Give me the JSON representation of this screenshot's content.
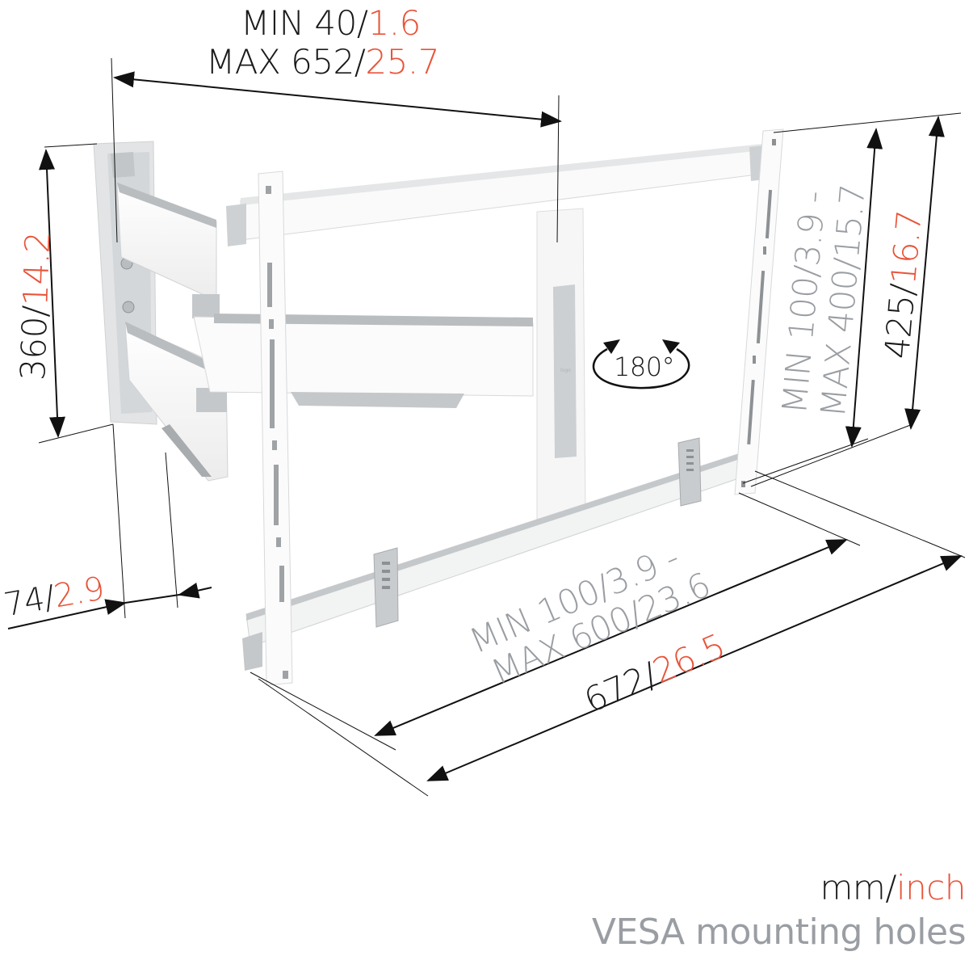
{
  "colors": {
    "metric_text": "#1a1a1a",
    "imperial_text": "#e8543a",
    "vesa_text": "#9a9ea3",
    "bracket_white": "#f7f7f7",
    "bracket_grey": "#c9ccce",
    "bracket_dark": "#a8acaf",
    "dimension_line": "#111111"
  },
  "dimensions": {
    "wall_distance": {
      "min_label": "MIN 40/",
      "min_inch": "1.6",
      "max_label": "MAX 652/",
      "max_inch": "25.7"
    },
    "wall_plate_height": {
      "mm": "360/",
      "inch": "14.2"
    },
    "wall_plate_depth": {
      "mm": "74/",
      "inch": "2.9"
    },
    "frame_width": {
      "mm": "672/",
      "inch": "26.5"
    },
    "frame_height": {
      "mm": "425/",
      "inch": "16.7"
    },
    "vesa_horizontal": {
      "line1": "MIN 100/3.9 -",
      "line2": "MAX 600/23.6"
    },
    "vesa_vertical": {
      "line1": "MIN 100/3.9 -",
      "line2": "MAX 400/15.7"
    },
    "rotation": {
      "label": "180°"
    }
  },
  "legend": {
    "units_metric": "mm/",
    "units_imperial": "inch",
    "vesa_note": "VESA mounting holes"
  }
}
